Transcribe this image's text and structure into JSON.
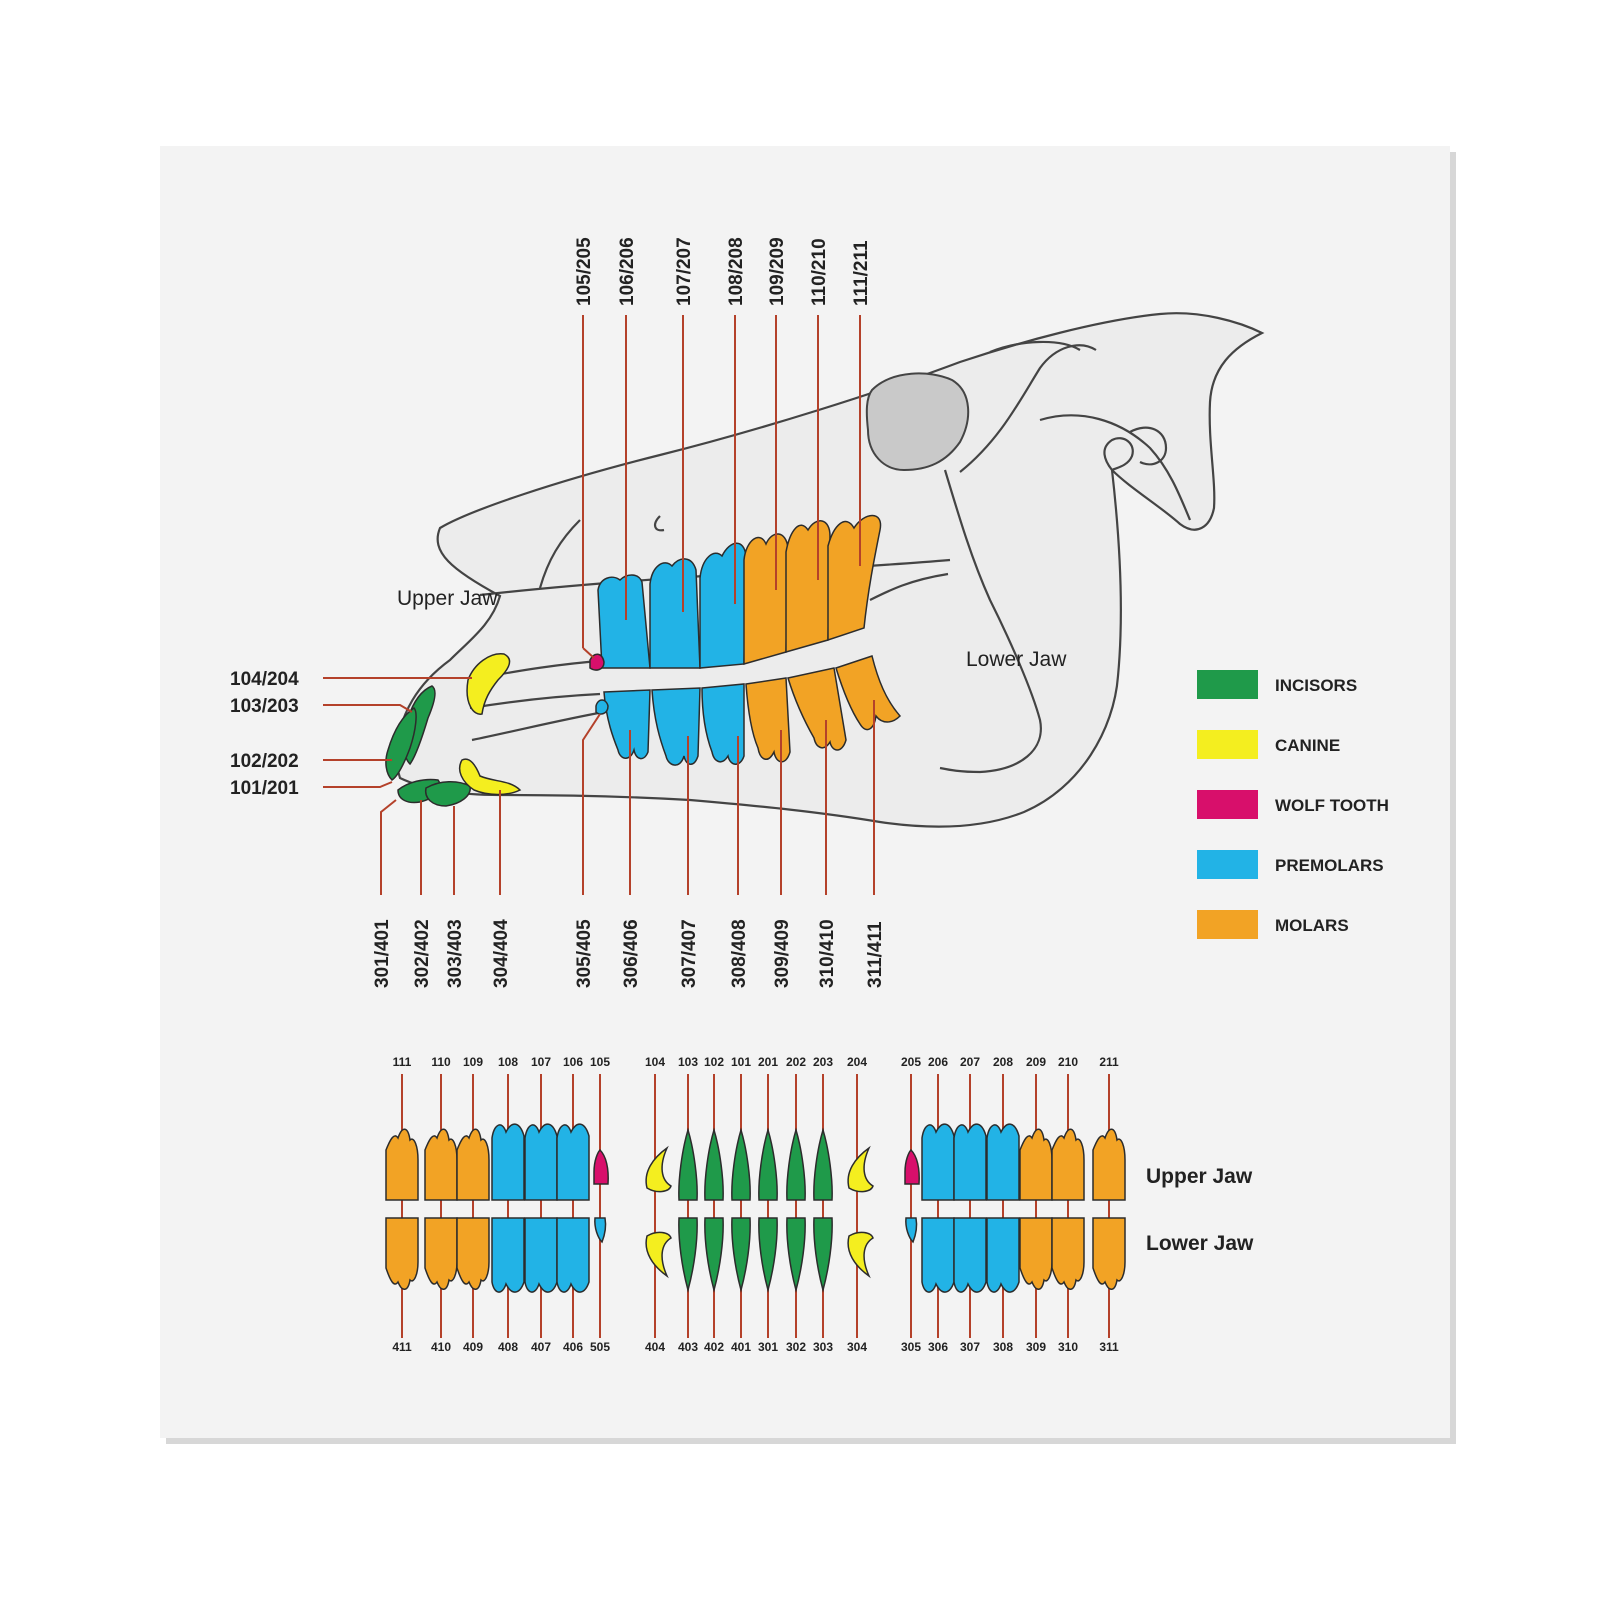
{
  "colors": {
    "incisors": "#1f9a4a",
    "canine": "#f4ee1f",
    "wolf_tooth": "#d80f6b",
    "premolars": "#22b3e6",
    "molars": "#f2a325",
    "leader": "#b4412a"
  },
  "side_view": {
    "upper_jaw_label": "Upper Jaw",
    "lower_jaw_label": "Lower Jaw",
    "top_labels": [
      "105/205",
      "106/206",
      "107/207",
      "108/208",
      "109/209",
      "110/210",
      "111/211"
    ],
    "left_labels": [
      "104/204",
      "103/203",
      "102/202",
      "101/201"
    ],
    "bottom_labels": [
      "301/401",
      "302/402",
      "303/403",
      "304/404",
      "305/405",
      "306/406",
      "307/407",
      "308/408",
      "309/409",
      "310/410",
      "311/411"
    ]
  },
  "legend": {
    "items": [
      {
        "label": "INCISORS",
        "color": "#1f9a4a"
      },
      {
        "label": "CANINE",
        "color": "#f4ee1f"
      },
      {
        "label": "WOLF TOOTH",
        "color": "#d80f6b"
      },
      {
        "label": "PREMOLARS",
        "color": "#22b3e6"
      },
      {
        "label": "MOLARS",
        "color": "#f2a325"
      }
    ]
  },
  "dental_chart": {
    "upper_jaw_label": "Upper Jaw",
    "lower_jaw_label": "Lower Jaw",
    "groups": [
      {
        "top": [
          "111",
          "110",
          "109",
          "108",
          "107",
          "106",
          "105"
        ],
        "bottom": [
          "411",
          "410",
          "409",
          "408",
          "407",
          "406",
          "505"
        ],
        "upper_types": [
          "molars",
          "molars",
          "molars",
          "premolars",
          "premolars",
          "premolars",
          "wolf_tooth"
        ],
        "lower_types": [
          "molars",
          "molars",
          "molars",
          "premolars",
          "premolars",
          "premolars",
          "premolars"
        ]
      },
      {
        "top": [
          "104",
          "103",
          "102",
          "101",
          "201",
          "202",
          "203",
          "204"
        ],
        "bottom": [
          "404",
          "403",
          "402",
          "401",
          "301",
          "302",
          "303",
          "304"
        ],
        "upper_types": [
          "canine",
          "incisors",
          "incisors",
          "incisors",
          "incisors",
          "incisors",
          "incisors",
          "canine"
        ],
        "lower_types": [
          "canine",
          "incisors",
          "incisors",
          "incisors",
          "incisors",
          "incisors",
          "incisors",
          "canine"
        ]
      },
      {
        "top": [
          "205",
          "206",
          "207",
          "208",
          "209",
          "210",
          "211"
        ],
        "bottom": [
          "305",
          "306",
          "307",
          "308",
          "309",
          "310",
          "311"
        ],
        "upper_types": [
          "wolf_tooth",
          "premolars",
          "premolars",
          "premolars",
          "molars",
          "molars",
          "molars"
        ],
        "lower_types": [
          "premolars",
          "premolars",
          "premolars",
          "premolars",
          "molars",
          "molars",
          "molars"
        ]
      }
    ]
  }
}
